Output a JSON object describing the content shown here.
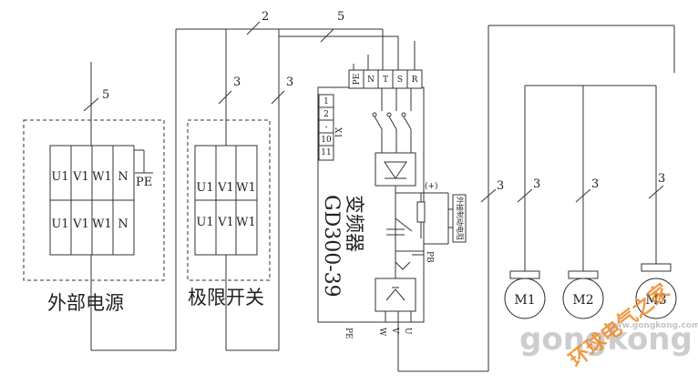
{
  "wire_counts": {
    "supply_top_1": "2",
    "supply_top_2": "5",
    "supply_in": "5",
    "limit_left": "3",
    "limit_right": "3",
    "motor_bus": "3",
    "m1_line": "3",
    "m2_line": "3",
    "m3_line": "3"
  },
  "power_block": {
    "caption": "外部电源",
    "top_row": [
      "U1",
      "V1",
      "W1",
      "N"
    ],
    "bottom_row": [
      "U1",
      "V1",
      "W1",
      "N"
    ],
    "pe_label": "PE"
  },
  "limit_block": {
    "caption": "极限开关",
    "top_row": [
      "U1",
      "V1",
      "W1"
    ],
    "bottom_row": [
      "U1",
      "V1",
      "W1"
    ]
  },
  "inverter": {
    "name": "变频器",
    "model": "GD300-39",
    "top_terminals": [
      "PE",
      "N",
      "T",
      "S",
      "R"
    ],
    "x1_label": "X1",
    "x1_terminals": [
      "1",
      "2",
      "-",
      "10",
      "11"
    ],
    "dc_plus": "(+)",
    "pb": "PB",
    "brake_resistor": "外接制动电阻",
    "bottom_terminals": [
      "PE",
      "W",
      "V",
      "U"
    ]
  },
  "motors": [
    "M1",
    "M2",
    "M3"
  ],
  "watermark": {
    "brand": "gongkong",
    "site": "www.gongkong.com",
    "cn": "环球电气之家"
  }
}
